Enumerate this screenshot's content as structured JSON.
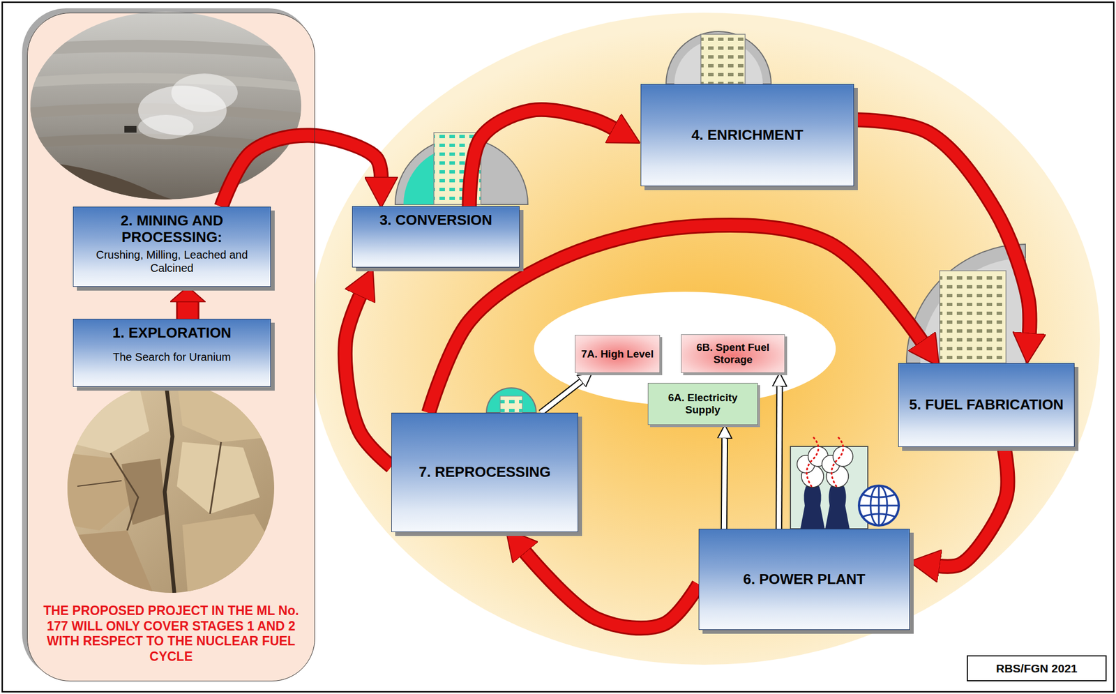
{
  "diagram": {
    "nodes": [
      {
        "text": [
          "THE PROPOSED PROJECT IN THE ML No. 177 WILL ONLY COVER STAGES 1 AND 2 WITH RESPECT TO THE NUCLEAR FUEL CYCLE"
        ]
      },
      {
        "text": [
          "2. MINING AND PROCESSING:",
          "Crushing, Milling, Leached and Calcined"
        ],
        "in": 0
      },
      {
        "text": [
          "1. EXPLORATION",
          "The Search for Uranium"
        ],
        "in": 0
      },
      {
        "text": [
          "3. CONVERSION"
        ]
      },
      {
        "text": [
          "4. ENRICHMENT"
        ]
      },
      {
        "text": [
          "7A. High Level"
        ]
      },
      {
        "text": [
          "6B. Spent Fuel Storage"
        ]
      },
      {
        "text": [
          "5. FUEL FABRICATION"
        ]
      },
      {
        "text": [
          "6A. Electricity Supply"
        ]
      },
      {
        "text": [
          "7. REPROCESSING"
        ]
      },
      {
        "text": [
          "6. POWER PLANT"
        ]
      },
      {
        "text": [
          "RBS/FGN 2021"
        ]
      }
    ],
    "edges": [
      {
        "from": 2,
        "to": 1,
        "arrow": "to"
      },
      {
        "from": 1,
        "to": 3,
        "arrow": "to"
      },
      {
        "from": 3,
        "to": 4,
        "arrow": "to"
      },
      {
        "from": 4,
        "to": 7,
        "arrow": "to"
      },
      {
        "from": 7,
        "to": 10,
        "arrow": "to"
      },
      {
        "from": 10,
        "to": 9,
        "arrow": "to"
      },
      {
        "from": 9,
        "to": 3,
        "arrow": "to"
      },
      {
        "from": 9,
        "to": 7,
        "arrow": "to"
      },
      {
        "from": 9,
        "to": 5,
        "arrow": "to"
      },
      {
        "from": 10,
        "to": 8,
        "arrow": "to"
      },
      {
        "from": 10,
        "to": 6,
        "arrow": "to"
      }
    ]
  }
}
